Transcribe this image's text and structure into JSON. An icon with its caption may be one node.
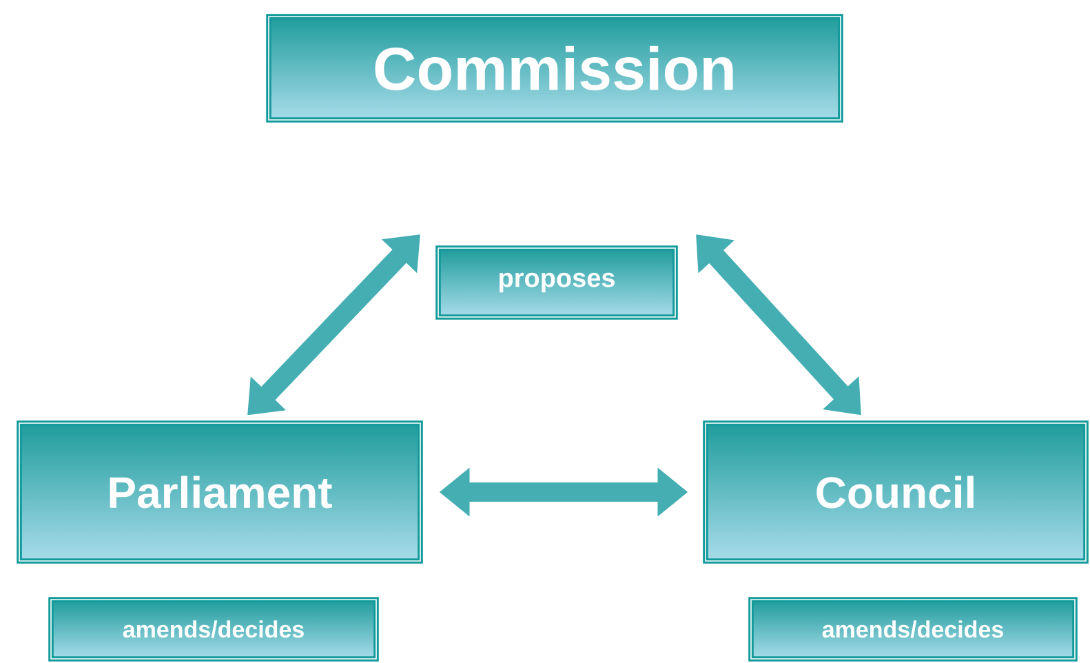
{
  "diagram": {
    "nodes": [
      {
        "text": [
          "Commission"
        ]
      },
      {
        "text": [
          "proposes"
        ]
      },
      {
        "text": [
          "Parliament"
        ]
      },
      {
        "text": [
          "Council"
        ]
      },
      {
        "text": [
          "amends/decides"
        ]
      },
      {
        "text": [
          "amends/decides"
        ]
      }
    ],
    "edges": [
      {
        "from": null,
        "to": 2,
        "arrow": "both"
      },
      {
        "from": null,
        "to": 3,
        "arrow": "both"
      },
      {
        "from": 2,
        "to": 3,
        "arrow": "both"
      }
    ]
  }
}
